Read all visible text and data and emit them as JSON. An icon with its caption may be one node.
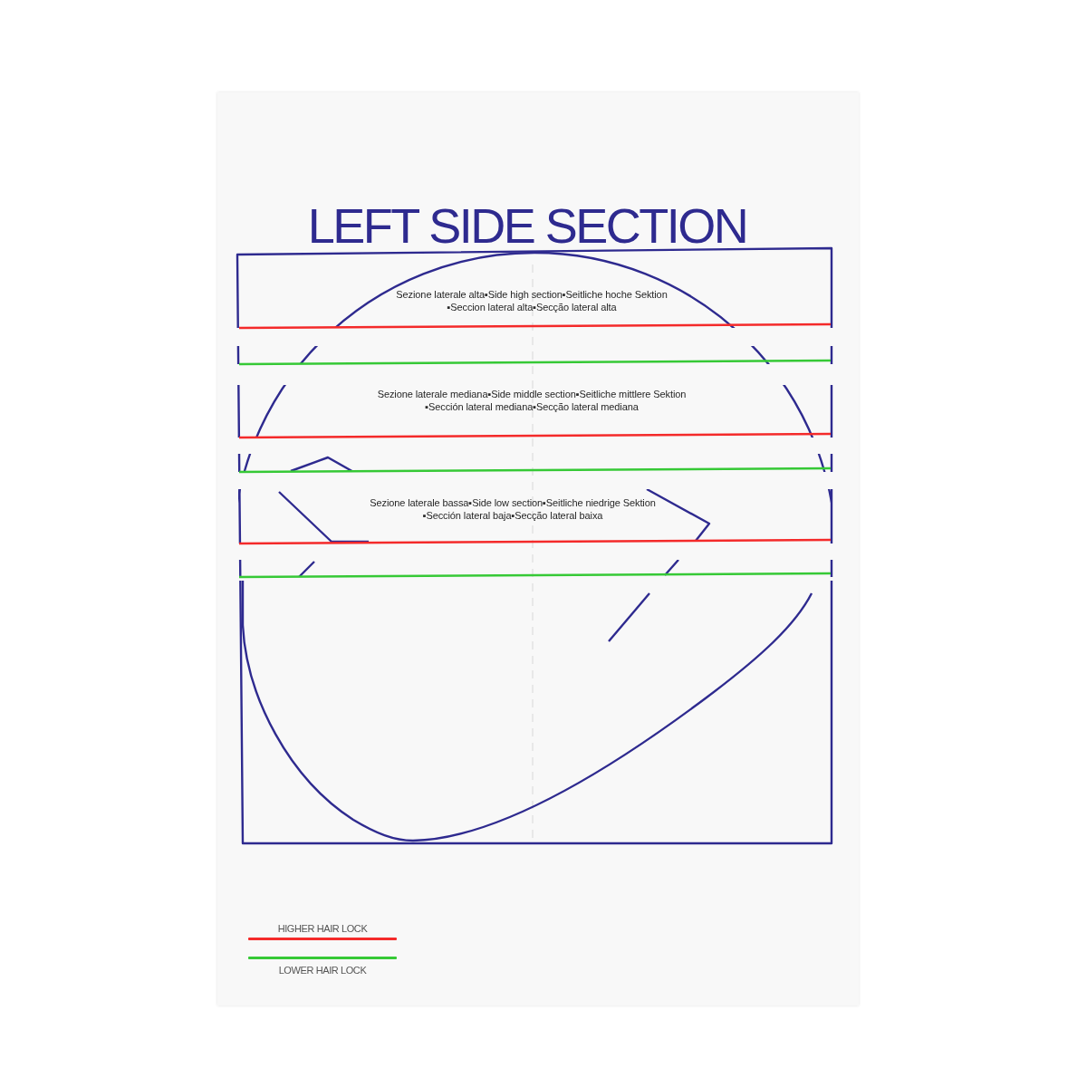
{
  "diagram": {
    "title": "LEFT SIDE SECTION",
    "labels": [
      "Sezione laterale alta▪Side high section▪Seitliche hoche Sektion ▪Seccion lateral alta▪Secção lateral alta",
      "Sezione laterale mediana▪Side middle section▪Seitliche mittlere Sektion ▪Sección lateral mediana▪Secção lateral mediana",
      "Sezione laterale bassa▪Side low section▪Seitliche niedrige Sektion ▪Sección lateral baja▪Secção lateral baixa"
    ],
    "legend": [
      {
        "text": "HIGHER HAIR LOCK",
        "color": "#f42a2a"
      },
      {
        "text": "LOWER HAIR LOCK",
        "color": "#36c936"
      }
    ]
  }
}
